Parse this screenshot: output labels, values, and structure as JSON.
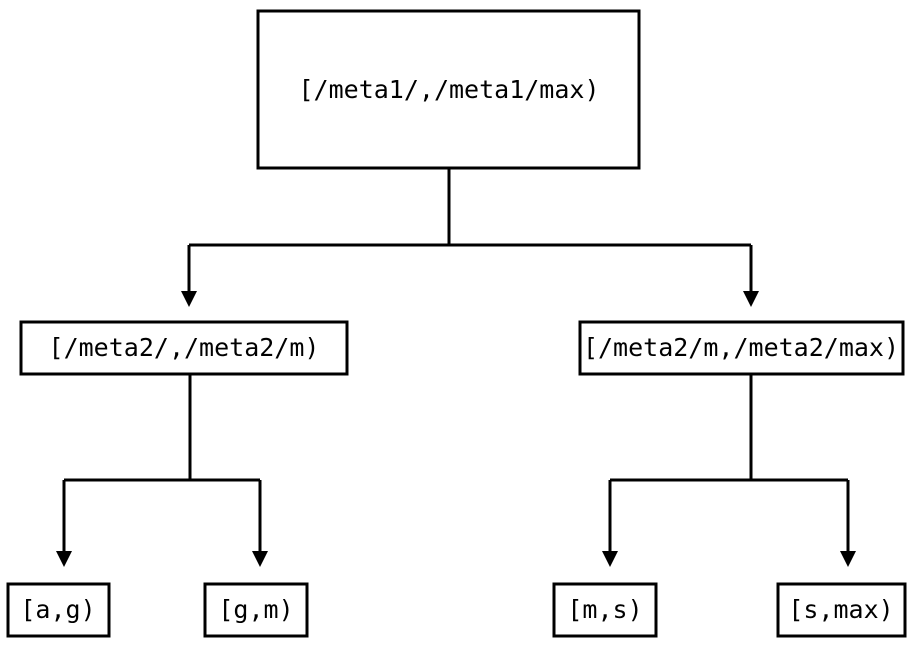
{
  "diagram": {
    "type": "tree",
    "title": "",
    "background_color": "#ffffff",
    "line_color": "#000000",
    "text_color": "#000000",
    "nodes": {
      "root": {
        "label": "[/meta1/,/meta1/max)",
        "level": 0
      },
      "mid_left": {
        "label": "[/meta2/,/meta2/m)",
        "level": 1
      },
      "mid_right": {
        "label": "[/meta2/m,/meta2/max)",
        "level": 1
      },
      "leaf_1": {
        "label": "[a,g)",
        "level": 2
      },
      "leaf_2": {
        "label": "[g,m)",
        "level": 2
      },
      "leaf_3": {
        "label": "[m,s)",
        "level": 2
      },
      "leaf_4": {
        "label": "[s,max)",
        "level": 2
      }
    },
    "edges": [
      {
        "from": "root",
        "to": "mid_left",
        "arrow": "down-triangle"
      },
      {
        "from": "root",
        "to": "mid_right",
        "arrow": "down-triangle"
      },
      {
        "from": "mid_left",
        "to": "leaf_1",
        "arrow": "down-triangle"
      },
      {
        "from": "mid_left",
        "to": "leaf_2",
        "arrow": "down-triangle"
      },
      {
        "from": "mid_right",
        "to": "leaf_3",
        "arrow": "down-triangle"
      },
      {
        "from": "mid_right",
        "to": "leaf_4",
        "arrow": "down-triangle"
      }
    ]
  }
}
